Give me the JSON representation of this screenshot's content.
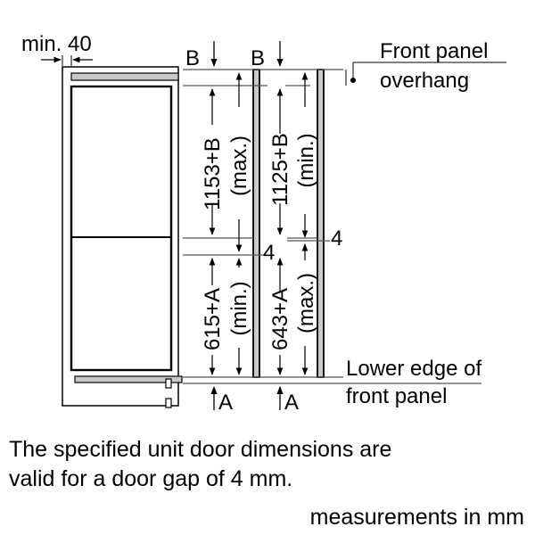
{
  "labels": {
    "min_gap": "min. 40",
    "b_left": "B",
    "b_right": "B",
    "front_panel_overhang_line1": "Front panel",
    "front_panel_overhang_line2": "overhang",
    "upper_left_value": "1153+B",
    "upper_left_qualifier": "(max.)",
    "upper_right_value": "1125+B",
    "upper_right_qualifier": "(min.)",
    "gap_mid": "4",
    "gap_right": "4",
    "lower_left_value": "615+A",
    "lower_left_qualifier": "(min.)",
    "lower_right_value": "643+A",
    "lower_right_qualifier": "(max.)",
    "lower_edge_line1": "Lower edge of",
    "lower_edge_line2": "front panel",
    "a_left": "A",
    "a_right": "A"
  },
  "caption": {
    "line1": "The specified unit door dimensions are",
    "line2": "valid for a door gap of 4 mm."
  },
  "units_note": "measurements in mm",
  "colors": {
    "ink": "#000000",
    "panel_fill": "#c8c8c8",
    "cabinet_fill": "#ffffff",
    "line_gray": "#555555"
  }
}
